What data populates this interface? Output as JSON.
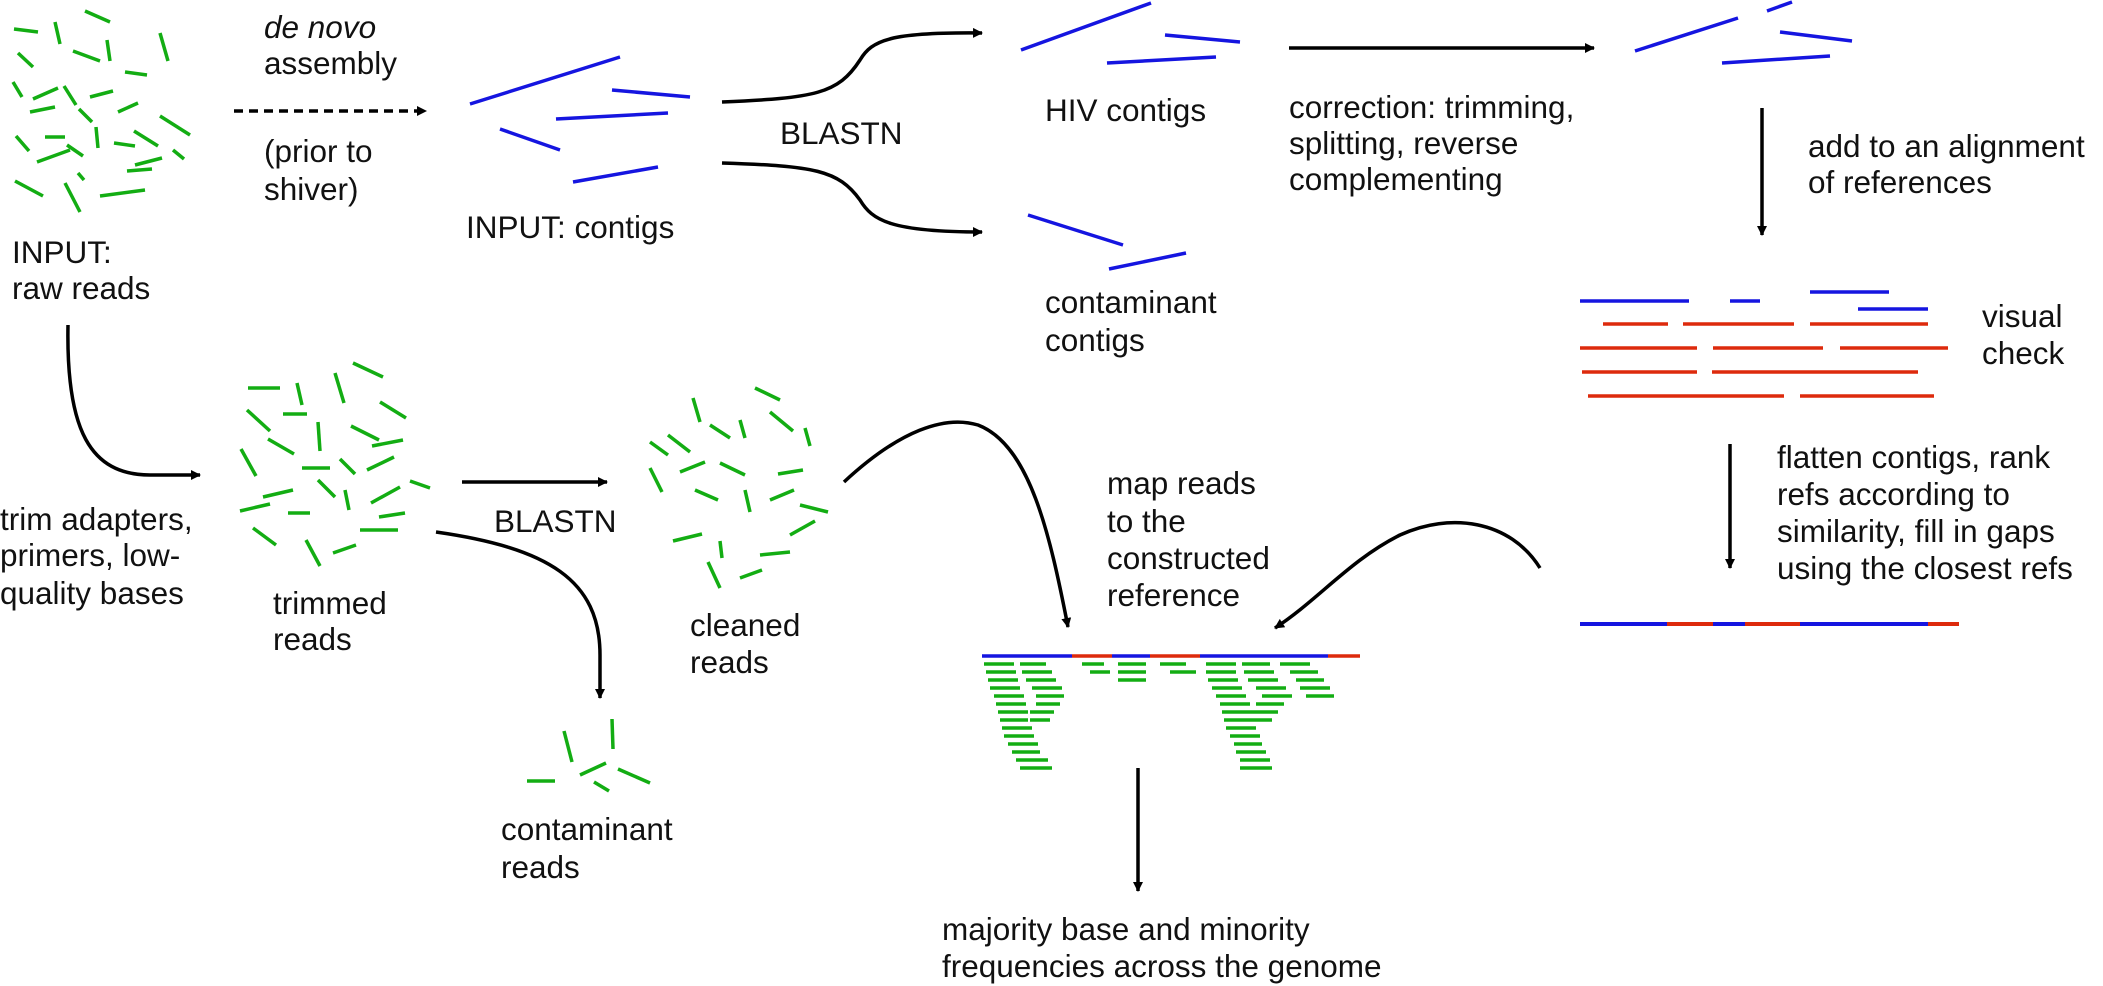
{
  "colors": {
    "reads": "#13ad13",
    "hiv_contig": "#1515e0",
    "reference": "#dd2a0c",
    "arrow": "#000000",
    "background": "#ffffff"
  },
  "labels": {
    "input_raw_reads": [
      "INPUT:",
      "raw reads"
    ],
    "de_novo_italic": "de novo",
    "assembly": "assembly",
    "prior_to_shiver": [
      "(prior to",
      "shiver)"
    ],
    "input_contigs": "INPUT: contigs",
    "blastn_contigs": "BLASTN",
    "hiv_contigs": "HIV contigs",
    "contaminant_contigs": [
      "contaminant",
      "contigs"
    ],
    "correction": [
      "correction: trimming,",
      "splitting, reverse",
      "complementing"
    ],
    "add_to_alignment": [
      "add to an alignment",
      "of references"
    ],
    "visual_check": [
      "visual",
      "check"
    ],
    "flatten": [
      "flatten contigs, rank",
      "refs according to",
      "similarity, fill in gaps",
      "using the closest refs"
    ],
    "trim_adapters": [
      "trim adapters,",
      "primers, low-",
      "quality bases"
    ],
    "trimmed_reads": [
      "trimmed",
      "reads"
    ],
    "blastn_reads": "BLASTN",
    "cleaned_reads": [
      "cleaned",
      "reads"
    ],
    "contaminant_reads": [
      "contaminant",
      "reads"
    ],
    "map_reads": [
      "map reads",
      "to the",
      "constructed",
      "reference"
    ],
    "majority": [
      "majority base and minority",
      "frequencies across the genome"
    ]
  }
}
